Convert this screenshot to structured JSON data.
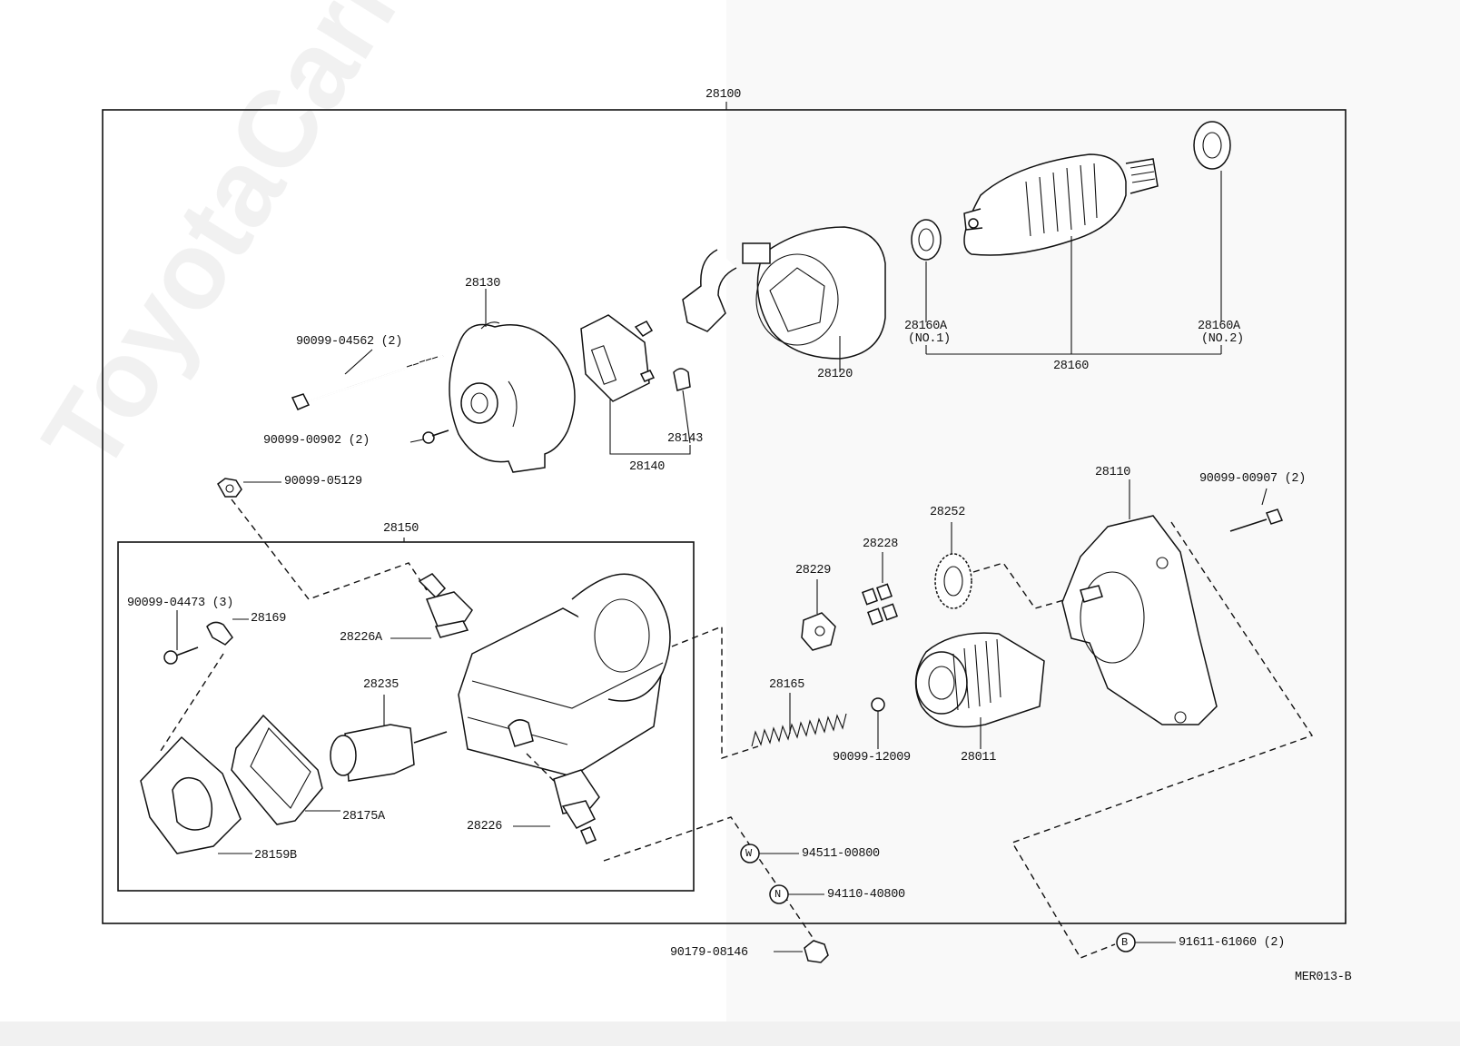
{
  "watermark": "ToyotaCarMine.ru",
  "diagram_code": "MER013-B",
  "labels": {
    "p28100": "28100",
    "p28130": "28130",
    "p90099_04562": "90099-04562 (2)",
    "p90099_00902": "90099-00902 (2)",
    "p90099_05129": "90099-05129",
    "p28140": "28140",
    "p28143": "28143",
    "p28120": "28120",
    "p28160A_1": "28160A",
    "p28160A_1_note": "(NO.1)",
    "p28160A_2": "28160A",
    "p28160A_2_note": "(NO.2)",
    "p28160": "28160",
    "p28150": "28150",
    "p90099_04473": "90099-04473 (3)",
    "p28169": "28169",
    "p28226A": "28226A",
    "p28235": "28235",
    "p28175A": "28175A",
    "p28159B": "28159B",
    "p28226": "28226",
    "p28229": "28229",
    "p28228": "28228",
    "p28252": "28252",
    "p28110": "28110",
    "p90099_00907": "90099-00907 (2)",
    "p28165": "28165",
    "p90099_12009": "90099-12009",
    "p28011": "28011",
    "p94511_00800": "94511-00800",
    "p94110_40800": "94110-40800",
    "p90179_08146": "90179-08146",
    "p91611_61060": "91611-61060 (2)"
  },
  "symbols": {
    "washer": "W",
    "nut": "N",
    "bolt": "B"
  }
}
